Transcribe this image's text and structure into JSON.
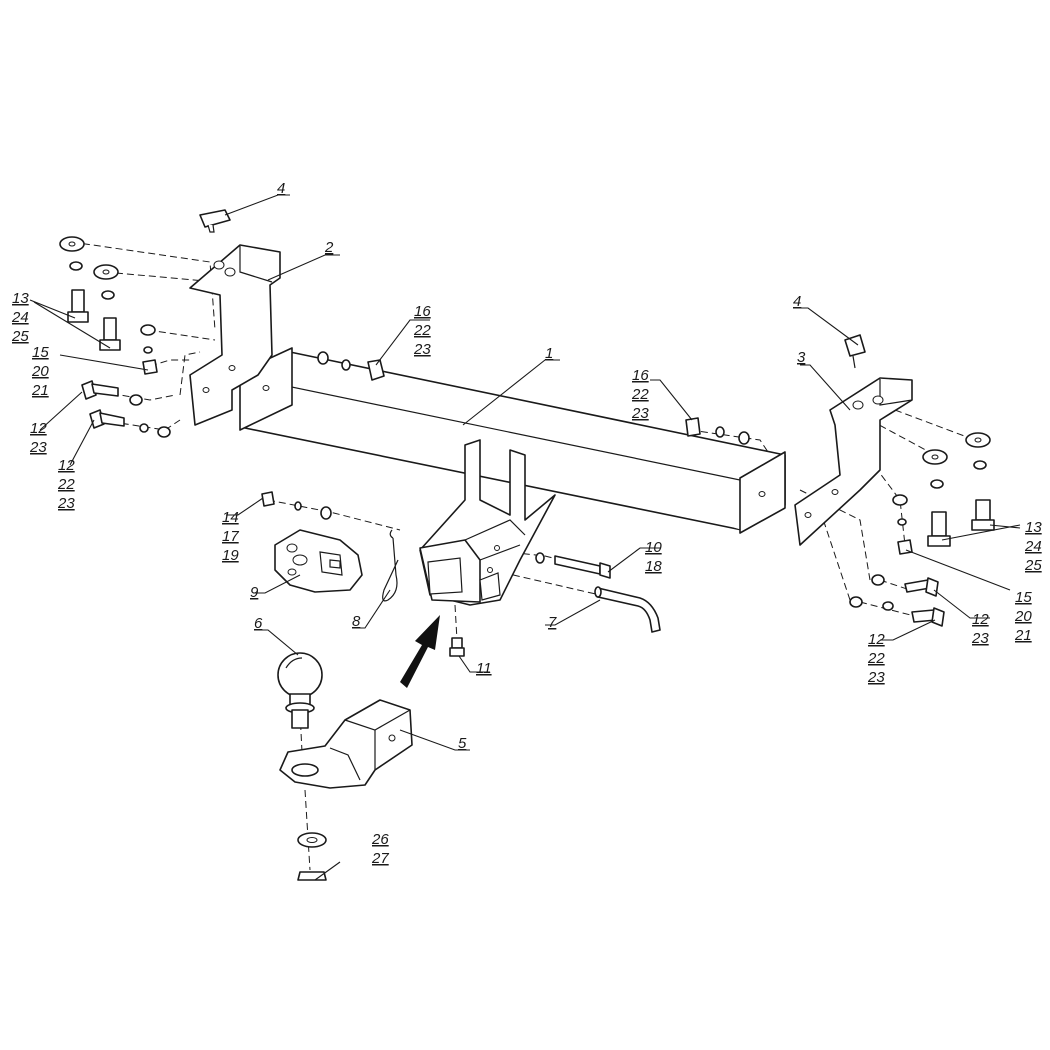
{
  "callouts": {
    "c1": [
      "1"
    ],
    "c2": [
      "2"
    ],
    "c3": [
      "3"
    ],
    "c4a": [
      "4"
    ],
    "c4b": [
      "4"
    ],
    "c5": [
      "5"
    ],
    "c6": [
      "6"
    ],
    "c7": [
      "7"
    ],
    "c8": [
      "8"
    ],
    "c9": [
      "9"
    ],
    "c10": [
      "10",
      "18"
    ],
    "c11": [
      "11"
    ],
    "c12a": [
      "12",
      "23"
    ],
    "c12b": [
      "12",
      "22",
      "23"
    ],
    "c12c": [
      "12",
      "23"
    ],
    "c12d": [
      "12",
      "22",
      "23"
    ],
    "c13a": [
      "13",
      "24",
      "25"
    ],
    "c13b": [
      "13",
      "24",
      "25"
    ],
    "c14": [
      "14",
      "17",
      "19"
    ],
    "c15a": [
      "15",
      "20",
      "21"
    ],
    "c15b": [
      "15",
      "20",
      "21"
    ],
    "c16a": [
      "16",
      "22",
      "23"
    ],
    "c16b": [
      "16",
      "22",
      "23"
    ],
    "c26": [
      "26",
      "27"
    ]
  },
  "colors": {
    "line": "#1a1a1a",
    "background": "#ffffff",
    "arrow": "#111111"
  }
}
